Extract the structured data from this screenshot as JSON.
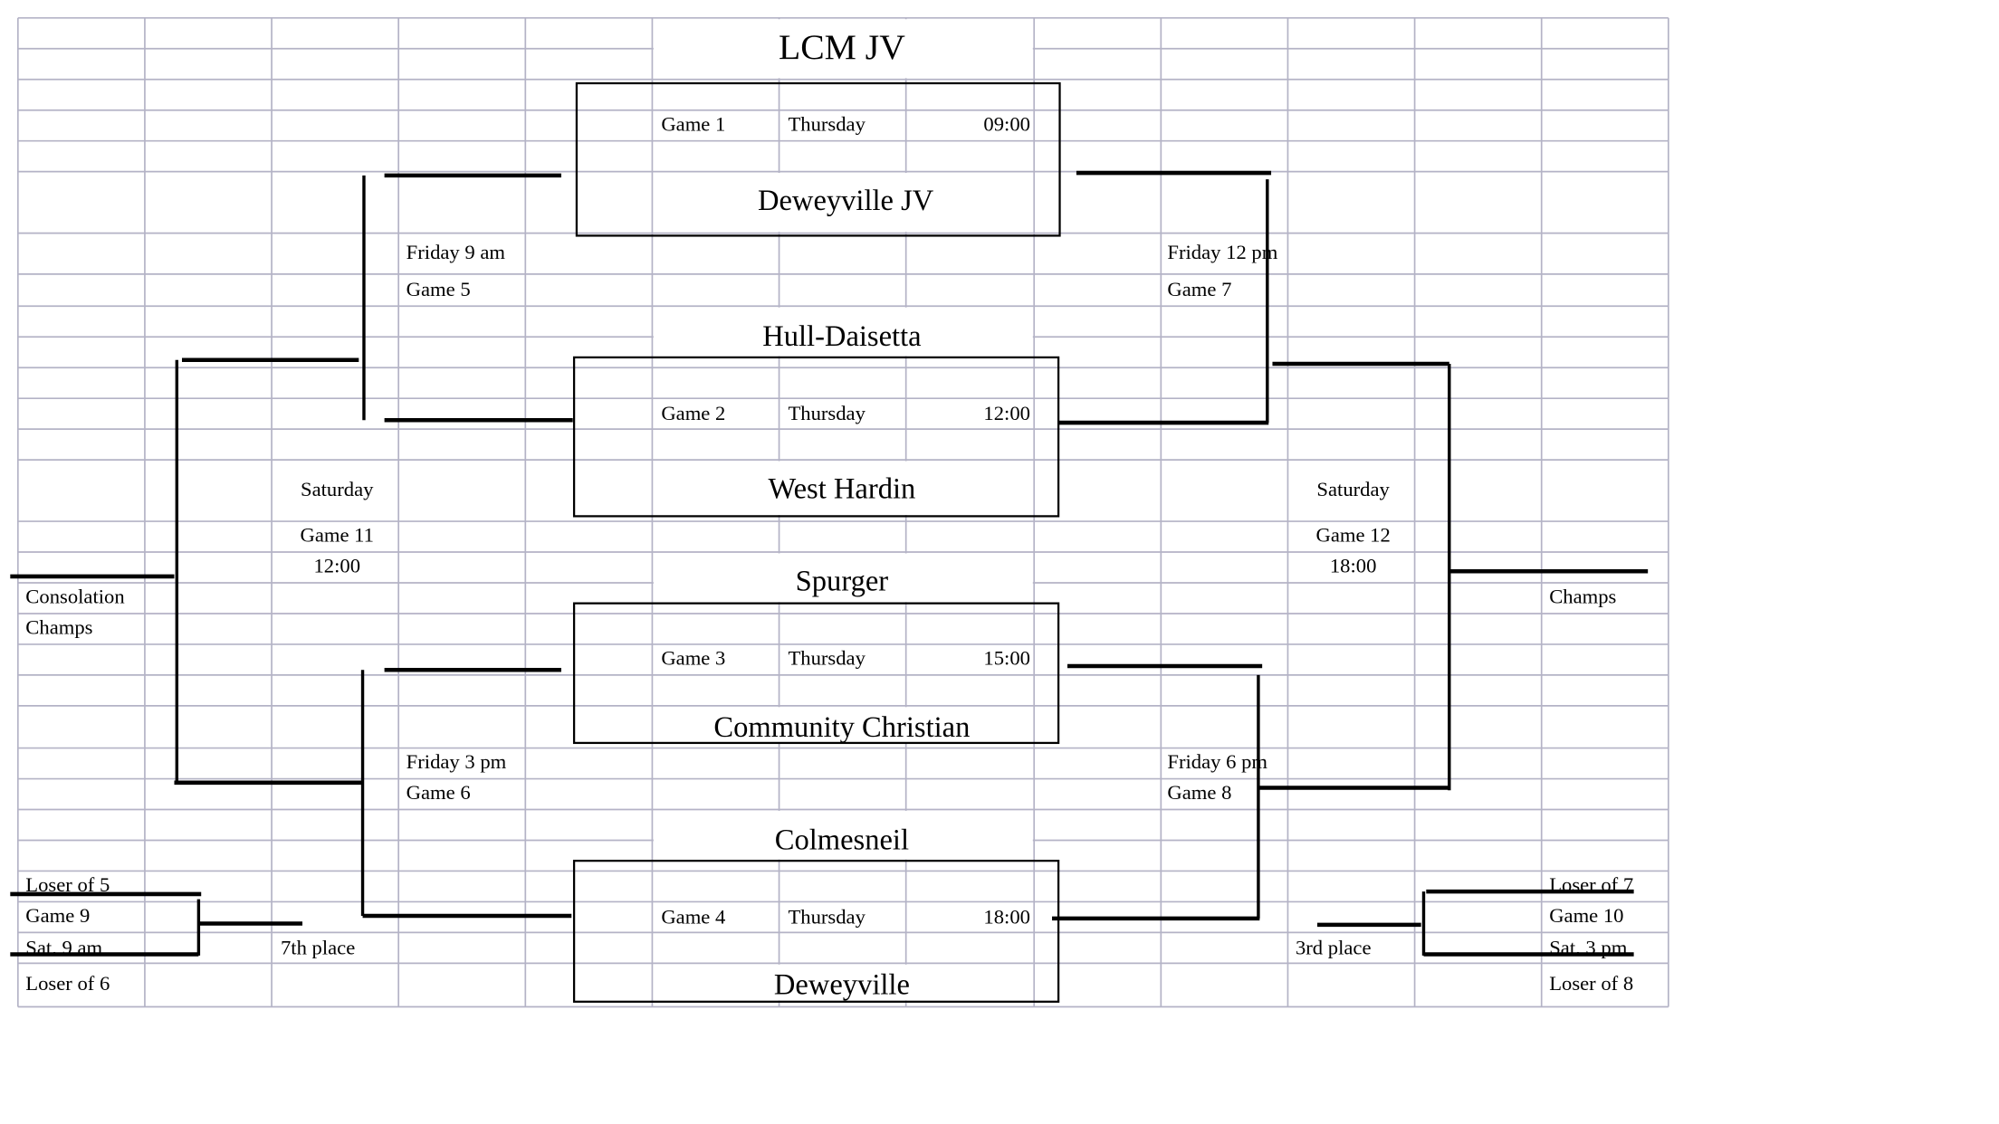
{
  "title": "LCM JV",
  "first_round": [
    {
      "game": "Game 1",
      "day": "Thursday",
      "time": "09:00",
      "team_top": "LCM JV",
      "team_bottom": "Deweyville JV"
    },
    {
      "game": "Game 2",
      "day": "Thursday",
      "time": "12:00",
      "team_top": "Hull-Daisetta",
      "team_bottom": "West Hardin"
    },
    {
      "game": "Game 3",
      "day": "Thursday",
      "time": "15:00",
      "team_top": "Spurger",
      "team_bottom": "Community Christian"
    },
    {
      "game": "Game 4",
      "day": "Thursday",
      "time": "18:00",
      "team_top": "Colmesneil",
      "team_bottom": "Deweyville"
    }
  ],
  "left": {
    "game5": {
      "when": "Friday 9 am",
      "game": "Game 5"
    },
    "game6": {
      "when": "Friday 3 pm",
      "game": "Game 6"
    },
    "game11": {
      "day": "Saturday",
      "game": "Game 11",
      "time": "12:00"
    },
    "result": [
      "Consolation",
      "Champs"
    ],
    "game9": {
      "top": "Loser of 5",
      "game": "Game 9",
      "when": "Sat. 9 am",
      "bottom": "Loser of 6",
      "result": "7th place"
    }
  },
  "right": {
    "game7": {
      "when": "Friday 12 pm",
      "game": "Game 7"
    },
    "game8": {
      "when": "Friday 6 pm",
      "game": "Game 8"
    },
    "game12": {
      "day": "Saturday",
      "game": "Game 12",
      "time": "18:00"
    },
    "result": "Champs",
    "game10": {
      "top": "Loser of 7",
      "game": "Game 10",
      "when": "Sat. 3 pm",
      "bottom": "Loser of 8",
      "result": "3rd place"
    }
  }
}
